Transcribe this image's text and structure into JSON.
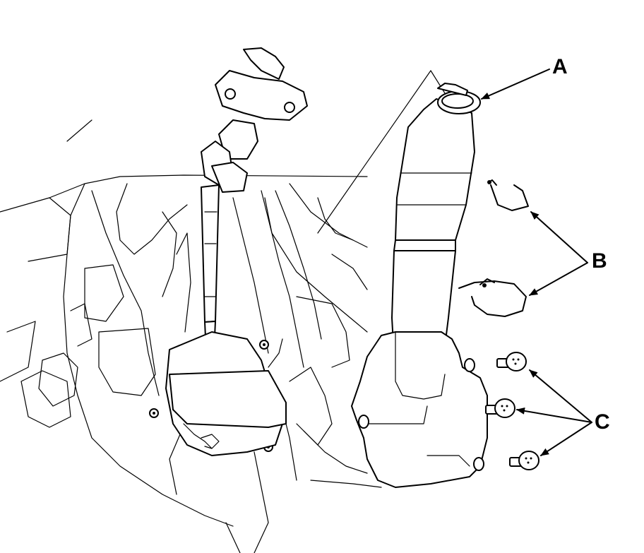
{
  "callouts": {
    "a": "A",
    "b": "B",
    "c": "C"
  },
  "colors": {
    "ink": "#000000",
    "paper": "#ffffff"
  }
}
